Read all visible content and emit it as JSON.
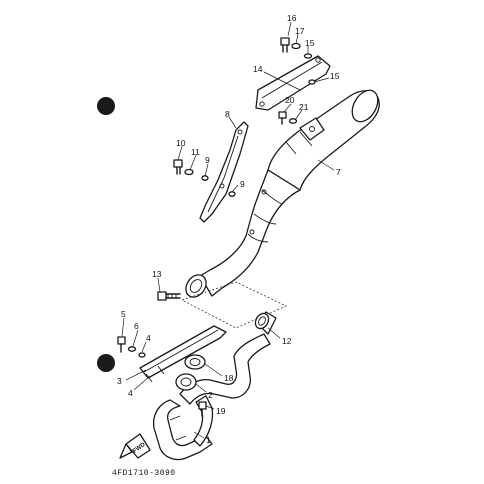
{
  "diagram": {
    "callouts": [
      "1",
      "2",
      "3",
      "4",
      "4",
      "5",
      "6",
      "7",
      "8",
      "9",
      "9",
      "10",
      "11",
      "12",
      "13",
      "14",
      "15",
      "15",
      "16",
      "17",
      "18",
      "19",
      "20",
      "21"
    ],
    "direction_label": "FWD",
    "drawing_code": "4FD1710-3090"
  }
}
